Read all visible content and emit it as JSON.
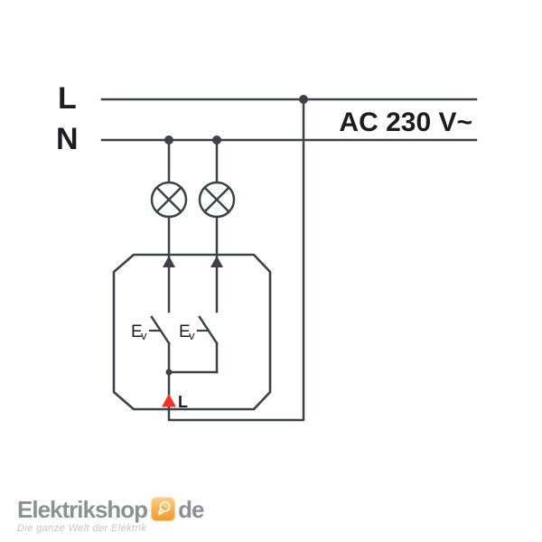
{
  "colors": {
    "background": "#ffffff",
    "wire": "#3d414a",
    "text": "#1d1d1f",
    "accent_red": "#ee3424",
    "logo_text": "#8f9091",
    "logo_subtitle": "#c2c3c5"
  },
  "diagram": {
    "phase_label": "L",
    "neutral_label": "N",
    "voltage_label": "AC 230 V~",
    "load_terminal_label": "L",
    "switch_1": {
      "label_main": "E",
      "label_sub": "v"
    },
    "switch_2": {
      "label_main": "E",
      "label_sub": "v"
    }
  },
  "logo": {
    "brand": "Elektrikshop",
    "tld": "de",
    "tagline": "Die ganze Welt der Elektrik"
  }
}
